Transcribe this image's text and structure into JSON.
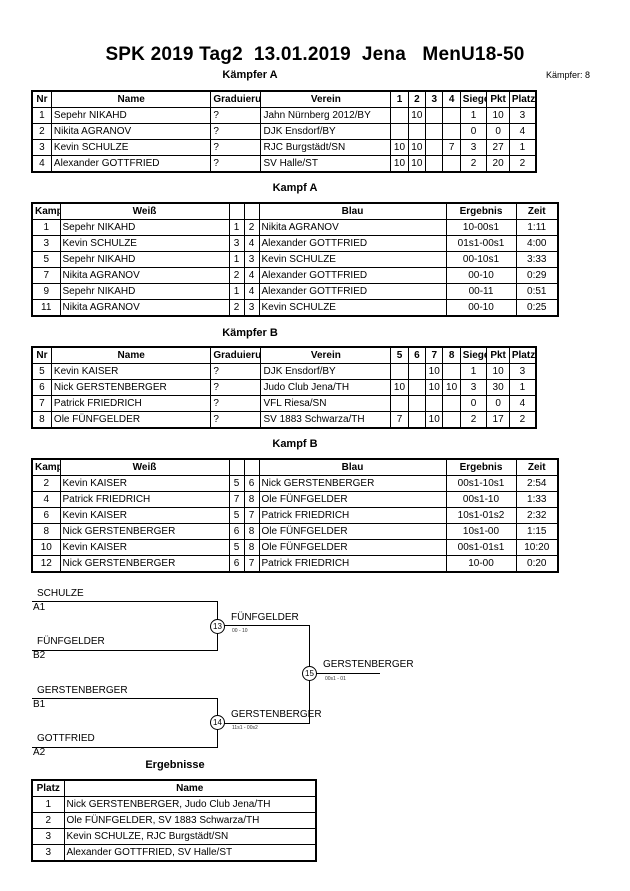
{
  "title": "SPK 2019 Tag2  13.01.2019  Jena   MenU18-50",
  "fighters_count": "Kämpfer: 8",
  "pool_a": {
    "heading": "Kämpfer A",
    "headers": [
      "Nr",
      "Name",
      "Graduierung",
      "Verein",
      "1",
      "2",
      "3",
      "4",
      "Siege",
      "Pkt",
      "Platz"
    ],
    "rows": [
      [
        "1",
        "Sepehr NIKAHD",
        "?",
        "Jahn Nürnberg 2012/BY",
        "",
        "10",
        "",
        "",
        "1",
        "10",
        "3"
      ],
      [
        "2",
        "Nikita AGRANOV",
        "?",
        "DJK Ensdorf/BY",
        "",
        "",
        "",
        "",
        "0",
        "0",
        "4"
      ],
      [
        "3",
        "Kevin SCHULZE",
        "?",
        "RJC Burgstädt/SN",
        "10",
        "10",
        "",
        "7",
        "3",
        "27",
        "1"
      ],
      [
        "4",
        "Alexander GOTTFRIED",
        "?",
        "SV Halle/ST",
        "10",
        "10",
        "",
        "",
        "2",
        "20",
        "2"
      ]
    ]
  },
  "fights_a": {
    "heading": "Kampf A",
    "headers": [
      "Kampf",
      "Weiß",
      "",
      "",
      "Blau",
      "Ergebnis",
      "Zeit"
    ],
    "rows": [
      [
        "1",
        "Sepehr NIKAHD",
        "1",
        "2",
        "Nikita AGRANOV",
        "10-00s1",
        "1:11"
      ],
      [
        "3",
        "Kevin SCHULZE",
        "3",
        "4",
        "Alexander GOTTFRIED",
        "01s1-00s1",
        "4:00"
      ],
      [
        "5",
        "Sepehr NIKAHD",
        "1",
        "3",
        "Kevin SCHULZE",
        "00-10s1",
        "3:33"
      ],
      [
        "7",
        "Nikita AGRANOV",
        "2",
        "4",
        "Alexander GOTTFRIED",
        "00-10",
        "0:29"
      ],
      [
        "9",
        "Sepehr NIKAHD",
        "1",
        "4",
        "Alexander GOTTFRIED",
        "00-11",
        "0:51"
      ],
      [
        "11",
        "Nikita AGRANOV",
        "2",
        "3",
        "Kevin SCHULZE",
        "00-10",
        "0:25"
      ]
    ]
  },
  "pool_b": {
    "heading": "Kämpfer B",
    "headers": [
      "Nr",
      "Name",
      "Graduierung",
      "Verein",
      "5",
      "6",
      "7",
      "8",
      "Siege",
      "Pkt",
      "Platz"
    ],
    "rows": [
      [
        "5",
        "Kevin KAISER",
        "?",
        "DJK Ensdorf/BY",
        "",
        "",
        "10",
        "",
        "1",
        "10",
        "3"
      ],
      [
        "6",
        "Nick GERSTENBERGER",
        "?",
        "Judo Club Jena/TH",
        "10",
        "",
        "10",
        "10",
        "3",
        "30",
        "1"
      ],
      [
        "7",
        "Patrick FRIEDRICH",
        "?",
        "VFL Riesa/SN",
        "",
        "",
        "",
        "",
        "0",
        "0",
        "4"
      ],
      [
        "8",
        "Ole FÜNFGELDER",
        "?",
        "SV 1883 Schwarza/TH",
        "7",
        "",
        "10",
        "",
        "2",
        "17",
        "2"
      ]
    ]
  },
  "fights_b": {
    "heading": "Kampf B",
    "headers": [
      "Kampf",
      "Weiß",
      "",
      "",
      "Blau",
      "Ergebnis",
      "Zeit"
    ],
    "rows": [
      [
        "2",
        "Kevin KAISER",
        "5",
        "6",
        "Nick GERSTENBERGER",
        "00s1-10s1",
        "2:54"
      ],
      [
        "4",
        "Patrick FRIEDRICH",
        "7",
        "8",
        "Ole FÜNFGELDER",
        "00s1-10",
        "1:33"
      ],
      [
        "6",
        "Kevin KAISER",
        "5",
        "7",
        "Patrick FRIEDRICH",
        "10s1-01s2",
        "2:32"
      ],
      [
        "8",
        "Nick GERSTENBERGER",
        "6",
        "8",
        "Ole FÜNFGELDER",
        "10s1-00",
        "1:15"
      ],
      [
        "10",
        "Kevin KAISER",
        "5",
        "8",
        "Ole FÜNFGELDER",
        "00s1-01s1",
        "10:20"
      ],
      [
        "12",
        "Nick GERSTENBERGER",
        "6",
        "7",
        "Patrick FRIEDRICH",
        "10-00",
        "0:20"
      ]
    ]
  },
  "bracket": {
    "s1_top": "SCHULZE",
    "s1_top_seed": "A1",
    "s1_bot": "FÜNFGELDER",
    "s1_bot_seed": "B2",
    "s2_top": "GERSTENBERGER",
    "s2_top_seed": "B1",
    "s2_bot": "GOTTFRIED",
    "s2_bot_seed": "A2",
    "semi1_no": "13",
    "semi1_winner": "FÜNFGELDER",
    "semi1_score": "00 - 10",
    "semi2_no": "14",
    "semi2_winner": "GERSTENBERGER",
    "semi2_score": "11s1 - 00s2",
    "final_no": "15",
    "final_winner": "GERSTENBERGER",
    "final_score": "00s1 - 01"
  },
  "results": {
    "heading": "Ergebnisse",
    "headers": [
      "Platz",
      "Name"
    ],
    "rows": [
      [
        "1",
        "Nick GERSTENBERGER, Judo Club Jena/TH"
      ],
      [
        "2",
        "Ole FÜNFGELDER, SV 1883 Schwarza/TH"
      ],
      [
        "3",
        "Kevin SCHULZE, RJC Burgstädt/SN"
      ],
      [
        "3",
        "Alexander GOTTFRIED, SV Halle/ST"
      ]
    ]
  }
}
